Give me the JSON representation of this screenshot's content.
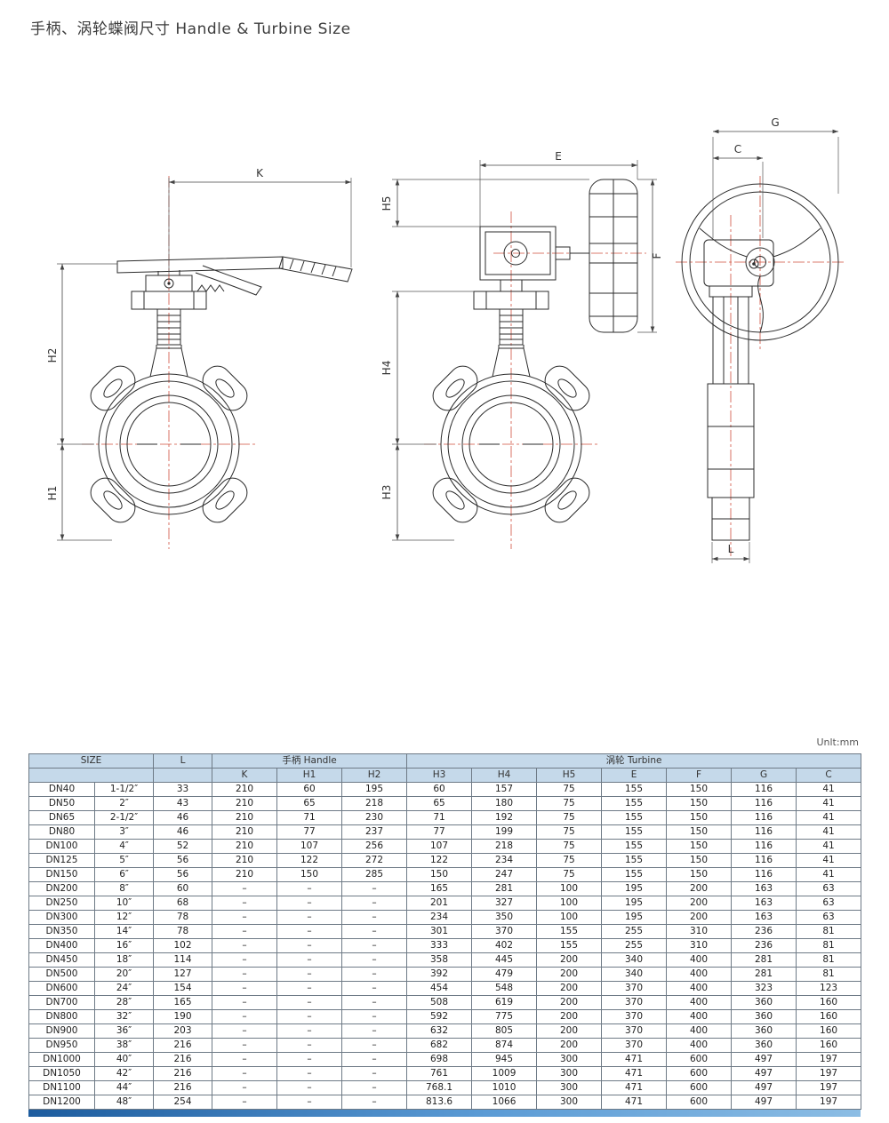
{
  "page": {
    "title": "手柄、涡轮蝶阀尺寸 Handle & Turbine Size",
    "unit_note": "Unlt:mm"
  },
  "colors": {
    "table_header_bg": "#c5d9ea",
    "footer_bar_left": "#1d5c9e",
    "footer_bar_right": "#8cbde4",
    "centerline_red": "#d0503e"
  },
  "drawing": {
    "dims": {
      "K": "K",
      "H1": "H1",
      "H2": "H2",
      "E": "E",
      "F": "F",
      "H3": "H3",
      "H4": "H4",
      "H5": "H5",
      "G": "G",
      "C": "C",
      "L": "L"
    }
  },
  "table": {
    "header": {
      "size": "SIZE",
      "l": "L",
      "handle_group": "手柄 Handle",
      "turbine_group": "涡轮 Turbine",
      "sub_cols": [
        "K",
        "H1",
        "H2",
        "H3",
        "H4",
        "H5",
        "E",
        "F",
        "G",
        "C"
      ]
    },
    "rows": [
      [
        "DN40",
        "1-1/2″",
        "33",
        "210",
        "60",
        "195",
        "60",
        "157",
        "75",
        "155",
        "150",
        "116",
        "41"
      ],
      [
        "DN50",
        "2″",
        "43",
        "210",
        "65",
        "218",
        "65",
        "180",
        "75",
        "155",
        "150",
        "116",
        "41"
      ],
      [
        "DN65",
        "2-1/2″",
        "46",
        "210",
        "71",
        "230",
        "71",
        "192",
        "75",
        "155",
        "150",
        "116",
        "41"
      ],
      [
        "DN80",
        "3″",
        "46",
        "210",
        "77",
        "237",
        "77",
        "199",
        "75",
        "155",
        "150",
        "116",
        "41"
      ],
      [
        "DN100",
        "4″",
        "52",
        "210",
        "107",
        "256",
        "107",
        "218",
        "75",
        "155",
        "150",
        "116",
        "41"
      ],
      [
        "DN125",
        "5″",
        "56",
        "210",
        "122",
        "272",
        "122",
        "234",
        "75",
        "155",
        "150",
        "116",
        "41"
      ],
      [
        "DN150",
        "6″",
        "56",
        "210",
        "150",
        "285",
        "150",
        "247",
        "75",
        "155",
        "150",
        "116",
        "41"
      ],
      [
        "DN200",
        "8″",
        "60",
        "–",
        "–",
        "–",
        "165",
        "281",
        "100",
        "195",
        "200",
        "163",
        "63"
      ],
      [
        "DN250",
        "10″",
        "68",
        "–",
        "–",
        "–",
        "201",
        "327",
        "100",
        "195",
        "200",
        "163",
        "63"
      ],
      [
        "DN300",
        "12″",
        "78",
        "–",
        "–",
        "–",
        "234",
        "350",
        "100",
        "195",
        "200",
        "163",
        "63"
      ],
      [
        "DN350",
        "14″",
        "78",
        "–",
        "–",
        "–",
        "301",
        "370",
        "155",
        "255",
        "310",
        "236",
        "81"
      ],
      [
        "DN400",
        "16″",
        "102",
        "–",
        "–",
        "–",
        "333",
        "402",
        "155",
        "255",
        "310",
        "236",
        "81"
      ],
      [
        "DN450",
        "18″",
        "114",
        "–",
        "–",
        "–",
        "358",
        "445",
        "200",
        "340",
        "400",
        "281",
        "81"
      ],
      [
        "DN500",
        "20″",
        "127",
        "–",
        "–",
        "–",
        "392",
        "479",
        "200",
        "340",
        "400",
        "281",
        "81"
      ],
      [
        "DN600",
        "24″",
        "154",
        "–",
        "–",
        "–",
        "454",
        "548",
        "200",
        "370",
        "400",
        "323",
        "123"
      ],
      [
        "DN700",
        "28″",
        "165",
        "–",
        "–",
        "–",
        "508",
        "619",
        "200",
        "370",
        "400",
        "360",
        "160"
      ],
      [
        "DN800",
        "32″",
        "190",
        "–",
        "–",
        "–",
        "592",
        "775",
        "200",
        "370",
        "400",
        "360",
        "160"
      ],
      [
        "DN900",
        "36″",
        "203",
        "–",
        "–",
        "–",
        "632",
        "805",
        "200",
        "370",
        "400",
        "360",
        "160"
      ],
      [
        "DN950",
        "38″",
        "216",
        "–",
        "–",
        "–",
        "682",
        "874",
        "200",
        "370",
        "400",
        "360",
        "160"
      ],
      [
        "DN1000",
        "40″",
        "216",
        "–",
        "–",
        "–",
        "698",
        "945",
        "300",
        "471",
        "600",
        "497",
        "197"
      ],
      [
        "DN1050",
        "42″",
        "216",
        "–",
        "–",
        "–",
        "761",
        "1009",
        "300",
        "471",
        "600",
        "497",
        "197"
      ],
      [
        "DN1100",
        "44″",
        "216",
        "–",
        "–",
        "–",
        "768.1",
        "1010",
        "300",
        "471",
        "600",
        "497",
        "197"
      ],
      [
        "DN1200",
        "48″",
        "254",
        "–",
        "–",
        "–",
        "813.6",
        "1066",
        "300",
        "471",
        "600",
        "497",
        "197"
      ]
    ]
  }
}
